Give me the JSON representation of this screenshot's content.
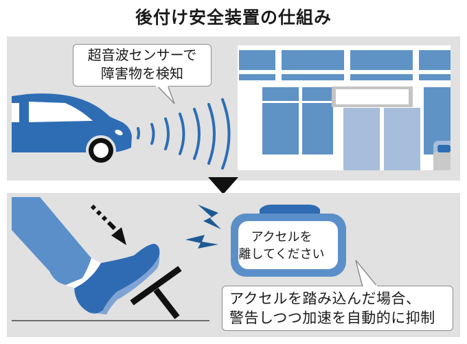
{
  "title": "後付け安全装置の仕組み",
  "top_panel": {
    "callout": {
      "line1": "超音波センサーで",
      "line2": "障害物を検知"
    },
    "icons": [
      "car-icon",
      "ultrasonic-wave-icon",
      "store-building-icon"
    ]
  },
  "transition": {
    "icon": "down-triangle-arrow-icon"
  },
  "bottom_panel": {
    "device_screen": {
      "line1": "アクセルを",
      "line2": "離してください"
    },
    "callout": {
      "line1": "アクセルを踏み込んだ場合、",
      "line2": "警告しつつ加速を自動的に抑制"
    },
    "icons": [
      "leg-foot-icon",
      "dashed-down-arrow-icon",
      "accelerator-pedal-icon",
      "lightning-alert-icon",
      "warning-device-icon"
    ]
  },
  "colors": {
    "panel_bg": "#e1e1e1",
    "car_blue": "#2e6db4",
    "building_blue": "#5f93c6",
    "door_blue": "#a6bedb",
    "leg_blue": "#5b8fc9",
    "shoe_blue": "#2f6bb3",
    "lightning_blue": "#1e5a94",
    "device_frame": "#5b8fc9",
    "black": "#111111"
  }
}
